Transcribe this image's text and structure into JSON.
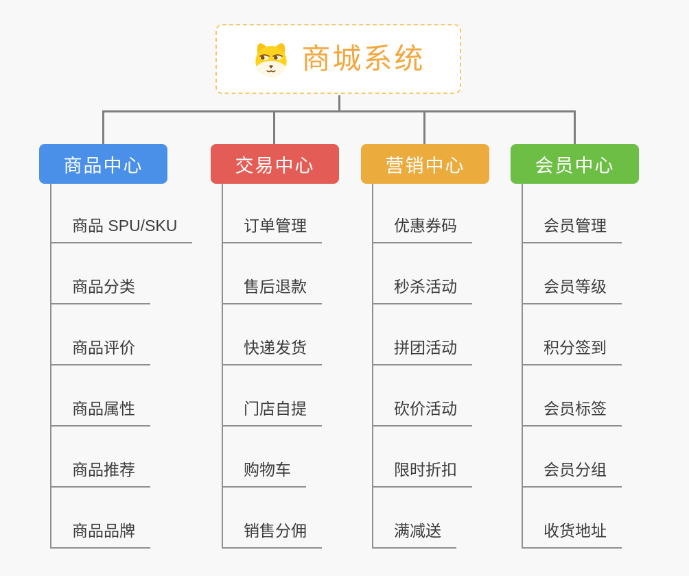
{
  "root": {
    "title": "商城系统",
    "icon": "dog-face-icon"
  },
  "colors": {
    "background": "#f8f8f8",
    "root_border": "#f7c770",
    "root_text": "#f2a83e",
    "connector": "#7e7e7e",
    "child_line": "#8f8f8f",
    "child_text": "#3b3b3b",
    "branch_blue": "#4a90e8",
    "branch_red": "#e35d56",
    "branch_amber": "#ebab3d",
    "branch_green": "#6cbe44"
  },
  "branches": [
    {
      "label": "商品中心",
      "color": "#4a90e8",
      "children": [
        "商品 SPU/SKU",
        "商品分类",
        "商品评价",
        "商品属性",
        "商品推荐",
        "商品品牌"
      ]
    },
    {
      "label": "交易中心",
      "color": "#e35d56",
      "children": [
        "订单管理",
        "售后退款",
        "快递发货",
        "门店自提",
        "购物车",
        "销售分佣"
      ]
    },
    {
      "label": "营销中心",
      "color": "#ebab3d",
      "children": [
        "优惠券码",
        "秒杀活动",
        "拼团活动",
        "砍价活动",
        "限时折扣",
        "满减送"
      ]
    },
    {
      "label": "会员中心",
      "color": "#6cbe44",
      "children": [
        "会员管理",
        "会员等级",
        "积分签到",
        "会员标签",
        "会员分组",
        "收货地址"
      ]
    }
  ]
}
